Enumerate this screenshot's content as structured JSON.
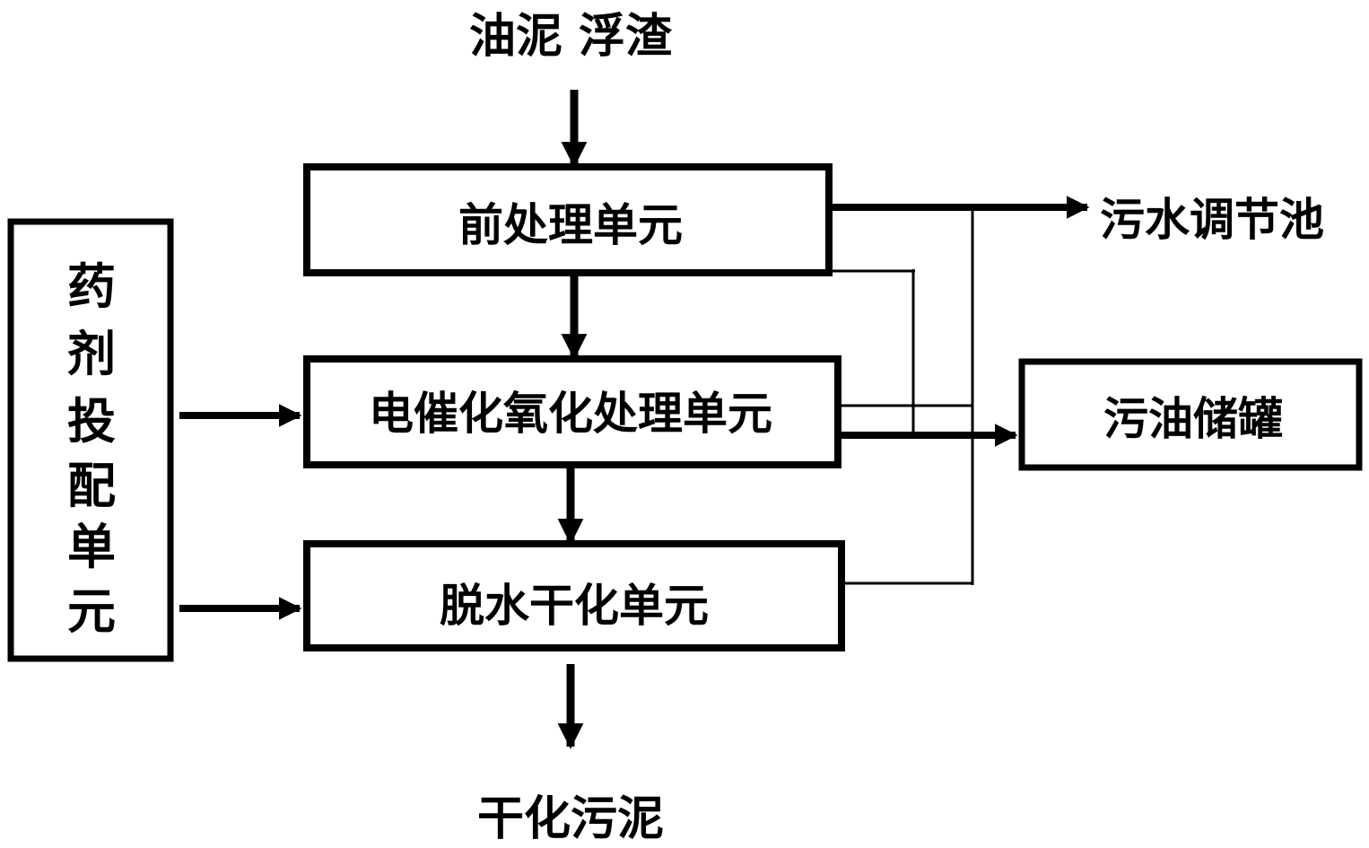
{
  "diagram": {
    "input_label": "油泥 浮渣",
    "output_label": "干化污泥",
    "units": {
      "pretreatment": "前处理单元",
      "electrocatalytic_oxidation": "电催化氧化处理单元",
      "dewatering_drying": "脱水干化单元",
      "chemical_dosing_chars": [
        "药",
        "剂",
        "投",
        "配",
        "单",
        "元"
      ]
    },
    "destinations": {
      "sewage_tank": "污水调节池",
      "oil_storage": "污油储罐"
    }
  }
}
